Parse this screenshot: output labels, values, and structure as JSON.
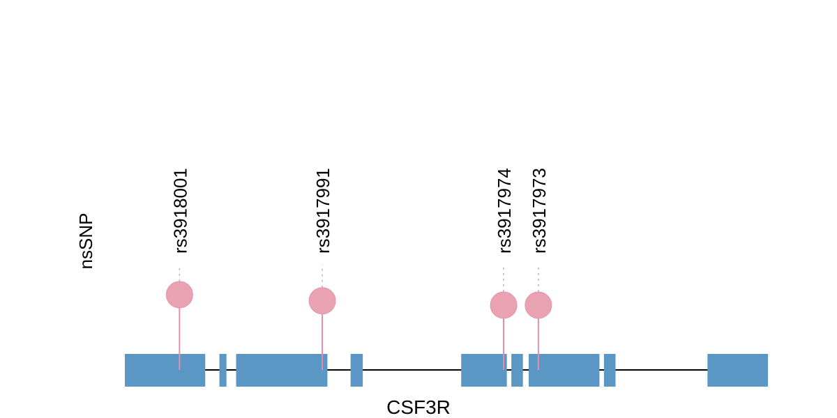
{
  "chart_data": {
    "type": "lollipop",
    "title": "",
    "track_label": "nsSNP",
    "gene_label": "CSF3R",
    "x_unit": "genomic position (relative, approximate)",
    "xlim": [
      0,
      1000
    ],
    "ylim": [
      0,
      1
    ],
    "colors": {
      "exon": "#5b97c4",
      "lollipop": "#e8a2b2",
      "stem": "#e38fa8",
      "connector": "#b8b8b8",
      "intron": "#000000"
    },
    "exons": [
      {
        "start": 0,
        "end": 125
      },
      {
        "start": 147,
        "end": 158
      },
      {
        "start": 173,
        "end": 315
      },
      {
        "start": 351,
        "end": 370
      },
      {
        "start": 523,
        "end": 594
      },
      {
        "start": 601,
        "end": 619
      },
      {
        "start": 628,
        "end": 738
      },
      {
        "start": 745,
        "end": 763
      },
      {
        "start": 906,
        "end": 1000
      }
    ],
    "snps": [
      {
        "id": "rs3918001",
        "position": 85,
        "height": 0.92
      },
      {
        "id": "rs3917991",
        "position": 307,
        "height": 0.85
      },
      {
        "id": "rs3917974",
        "position": 589,
        "height": 0.8
      },
      {
        "id": "rs3917973",
        "position": 643,
        "height": 0.8
      }
    ]
  }
}
